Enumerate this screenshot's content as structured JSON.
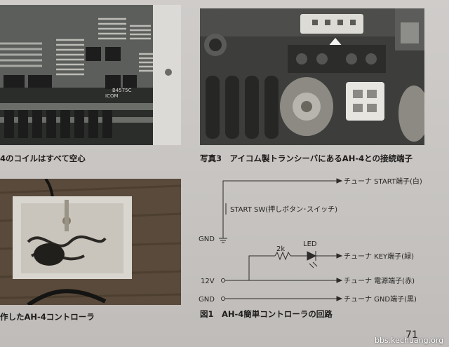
{
  "captions": {
    "photo2": "4のコイルはすべて空心",
    "photo3": "写真3　アイコム製トランシーバにあるAH-4との接続端子",
    "photo4": "作したAH-4コントローラ",
    "figure1": "図1　AH-4簡単コントローラの回路"
  },
  "photo_labels": {
    "board_marking": "B4575C",
    "board_brand": "ICOM"
  },
  "circuit": {
    "gnd_top": "GND",
    "start_sw": "START SW(押しボタン･スイッチ)",
    "resistor": "2k",
    "led": "LED",
    "v12": "12V",
    "gnd_bottom": "GND",
    "out_start": "チューナ START端子(白)",
    "out_key": "チューナ KEY端子(緑)",
    "out_power": "チューナ 電源端子(赤)",
    "out_gnd": "チューナ GND端子(黒)"
  },
  "page_number": "71",
  "watermark": "bbs.kechuang.org"
}
